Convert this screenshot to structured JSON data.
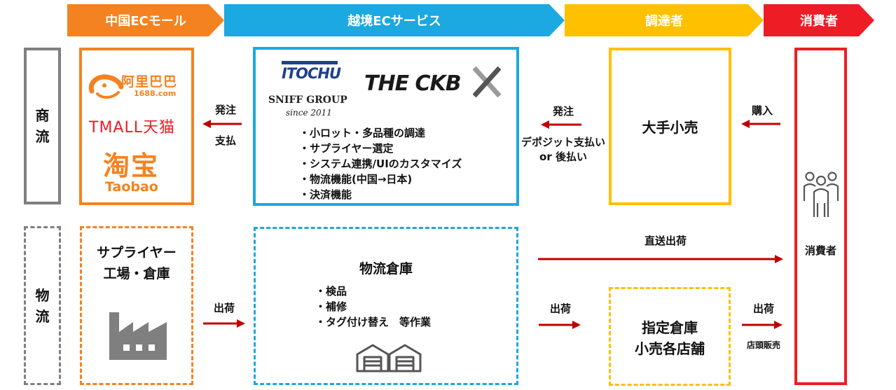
{
  "header": {
    "stage1": "中国ECモール",
    "stage2": "越境ECサービス",
    "stage3": "調達者",
    "stage4": "消費者"
  },
  "rows": {
    "commerce": [
      "商",
      "流"
    ],
    "logistics": [
      "物",
      "流"
    ]
  },
  "mall_logos": {
    "alibaba_main": "阿里巴巴",
    "alibaba_sub": "1688.com",
    "tmall": "TMALL天猫",
    "taobao_main": "淘宝",
    "taobao_sub": "Taobao"
  },
  "cbe_service": {
    "itochu": "ITOCHU",
    "ckb": "THE CKB",
    "sniff_group": "SNIFF GROUP",
    "since": "since 2011",
    "bullets": [
      "・小ロット・多品種の調達",
      "・サプライヤー選定",
      "・システム連携/UIのカスタマイズ",
      "・物流機能(中国→日本)",
      "・決済機能"
    ]
  },
  "procurer": {
    "label": "大手小売"
  },
  "consumer": {
    "label": "消費者"
  },
  "arrows": {
    "order1": "発注",
    "pay1": "支払",
    "order2": "発注",
    "pay2_line1": "デポジット支払い",
    "pay2_line2": "or 後払い",
    "purchase": "購入",
    "ship1": "出荷",
    "direct": "直送出荷",
    "ship2": "出荷",
    "ship3": "出荷",
    "store_sale": "店頭販売"
  },
  "supplier": {
    "line1": "サプライヤー",
    "line2": "工場・倉庫"
  },
  "warehouse": {
    "title": "物流倉庫",
    "bullets": [
      "・検品",
      "・補修",
      "・タグ付け替え　等作業"
    ]
  },
  "designated": {
    "line1": "指定倉庫",
    "line2": "小売各店舗"
  },
  "colors": {
    "orange": "#f58220",
    "blue": "#1ca8e0",
    "yellow": "#ffc000",
    "red": "#ee1c25",
    "gray": "#7f7f7f",
    "arrow": "#c00000"
  }
}
